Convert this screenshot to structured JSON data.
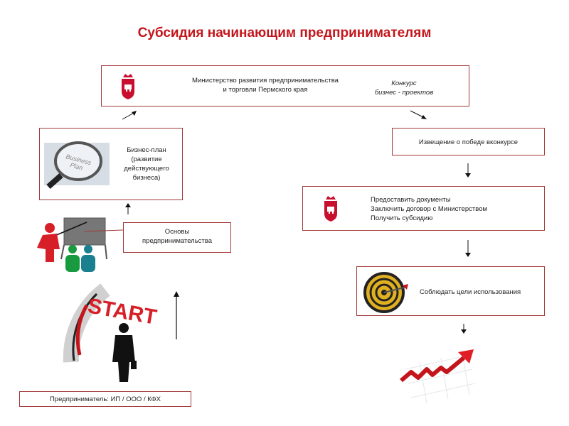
{
  "title": "Субсидия начинающим предпринимателям",
  "ministry": {
    "line1": "Министерство развития предпринимательства",
    "line2": "и торговли Пермского края",
    "contest_line1": "Конкурс",
    "contest_line2": "бизнес - проектов"
  },
  "business_plan": {
    "image_word1": "Business",
    "image_word2": "Plan",
    "line1": "Бизнес-план",
    "line2": "(развитие",
    "line3": "действующего",
    "line4": "бизнеса)"
  },
  "basics": {
    "line1": "Основы",
    "line2": "предпринимательства"
  },
  "start_label": "START",
  "entrepreneur": "Предприниматель: ИП / ООО / КФХ",
  "notice": "Извещение о победе вконкурсе",
  "documents": {
    "line1": "Предоставить документы",
    "line2": "Заключить договор с Министерством",
    "line3": "Получить субсидию"
  },
  "goals": "Соблюдать цели использования",
  "colors": {
    "accent": "#c3151b",
    "border": "#a23a3a",
    "coat_of_arms": "#c8102e"
  }
}
